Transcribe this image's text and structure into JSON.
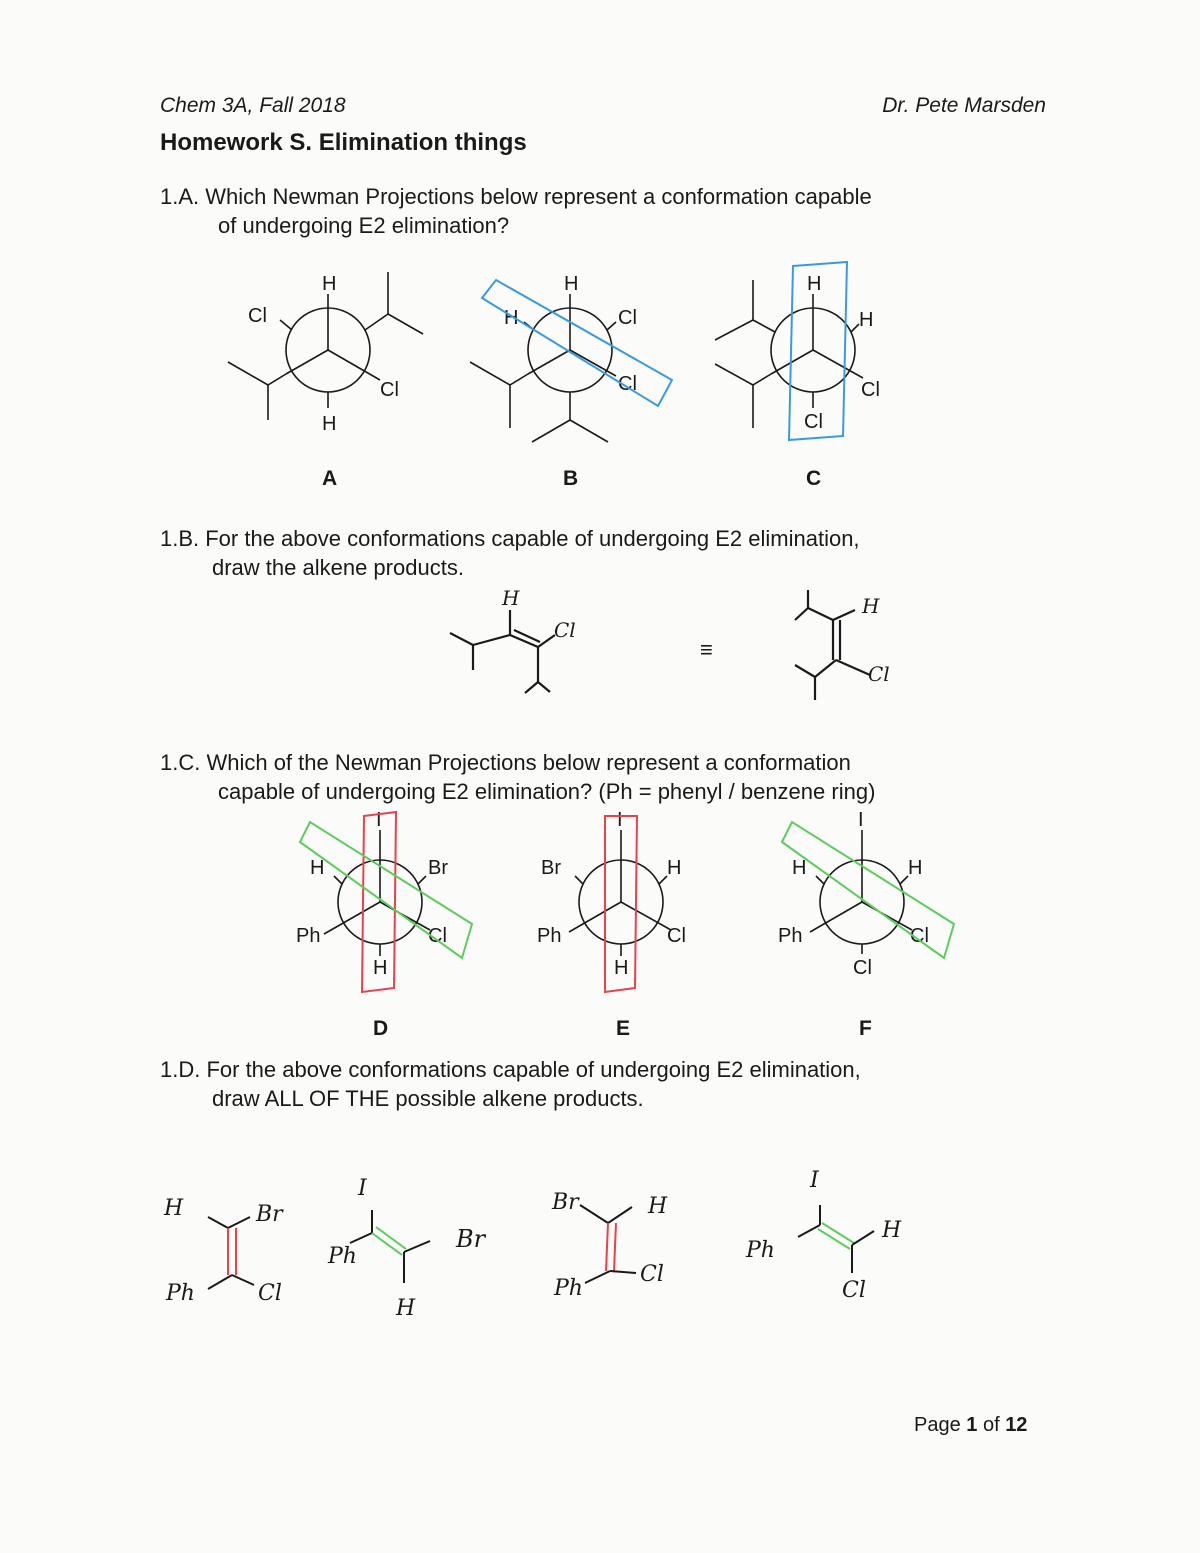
{
  "header": {
    "course": "Chem 3A, Fall 2018",
    "instructor": "Dr. Pete Marsden"
  },
  "title": "Homework S. Elimination things",
  "q1a": {
    "line1": "1.A. Which Newman Projections below represent a conformation capable",
    "line2": "of undergoing E2 elimination?",
    "labels": [
      "A",
      "B",
      "C"
    ],
    "projections": [
      {
        "id": "A",
        "front": {
          "top": "H",
          "left": "Cl",
          "right": "isopropyl"
        },
        "back": {
          "bottom": "H",
          "right": "Cl",
          "left": "isopropyl"
        },
        "highlight": null
      },
      {
        "id": "B",
        "front": {
          "top": "H",
          "left": "H",
          "right": "Cl"
        },
        "back": {
          "bottom": "isopropyl",
          "right": "Cl",
          "left": "isopropyl"
        },
        "highlight": {
          "color": "#3a9ae0",
          "pair": [
            "H",
            "Cl"
          ]
        }
      },
      {
        "id": "C",
        "front": {
          "top": "H",
          "right": "H",
          "left": "isopropyl"
        },
        "back": {
          "bottom": "Cl",
          "right": "Cl",
          "left": "isopropyl"
        },
        "highlight": {
          "color": "#3a9ae0",
          "pair": [
            "H",
            "Cl"
          ]
        }
      }
    ]
  },
  "q1b": {
    "line1": "1.B. For the above conformations capable of undergoing E2 elimination,",
    "line2": "draw the alkene products.",
    "answer": {
      "left_labels": [
        "H",
        "Cl"
      ],
      "equiv": "≡",
      "right_labels": [
        "H",
        "Cl"
      ]
    }
  },
  "q1c": {
    "line1": "1.C. Which of the Newman Projections below represent a conformation",
    "line2": "capable of undergoing E2 elimination? (Ph = phenyl / benzene ring)",
    "labels": [
      "D",
      "E",
      "F"
    ],
    "projections": [
      {
        "id": "D",
        "front": {
          "top": "I",
          "left": "H",
          "right": "Br"
        },
        "back": {
          "bottom": "H",
          "left": "Ph",
          "right": "Cl"
        },
        "highlights": [
          {
            "color": "#e8434a",
            "pair": [
              "I",
              "H"
            ]
          },
          {
            "color": "#5ccc5c",
            "pair": [
              "H",
              "Cl"
            ]
          }
        ]
      },
      {
        "id": "E",
        "front": {
          "top": "I",
          "left": "Br",
          "right": "H"
        },
        "back": {
          "bottom": "H",
          "left": "Ph",
          "right": "Cl"
        },
        "highlights": [
          {
            "color": "#e8434a",
            "pair": [
              "I",
              "H"
            ]
          }
        ]
      },
      {
        "id": "F",
        "front": {
          "top": "I",
          "left": "H",
          "right": "H"
        },
        "back": {
          "bottom": "Cl",
          "left": "Ph",
          "right": "Cl"
        },
        "highlights": [
          {
            "color": "#5ccc5c",
            "pair": [
              "H",
              "Cl"
            ]
          }
        ]
      }
    ]
  },
  "q1d": {
    "line1": "1.D. For the above conformations capable of undergoing E2 elimination,",
    "line2": "draw ALL OF THE possible alkene products.",
    "products": [
      {
        "labels": [
          "H",
          "Br",
          "Ph",
          "Cl"
        ],
        "bond_color": "#e8434a"
      },
      {
        "labels": [
          "I",
          "Ph",
          "Br",
          "H"
        ],
        "bond_color": "#5ccc5c"
      },
      {
        "labels": [
          "Br",
          "H",
          "Ph",
          "Cl"
        ],
        "bond_color": "#e8434a"
      },
      {
        "labels": [
          "I",
          "Ph",
          "H",
          "Cl"
        ],
        "bond_color": "#5ccc5c"
      }
    ]
  },
  "footer": {
    "prefix": "Page ",
    "page": "1",
    "middle": " of ",
    "total": "12"
  },
  "colors": {
    "blue": "#3a9ae0",
    "red": "#e8434a",
    "green": "#5ccc5c",
    "ink": "#1a1a1a"
  }
}
